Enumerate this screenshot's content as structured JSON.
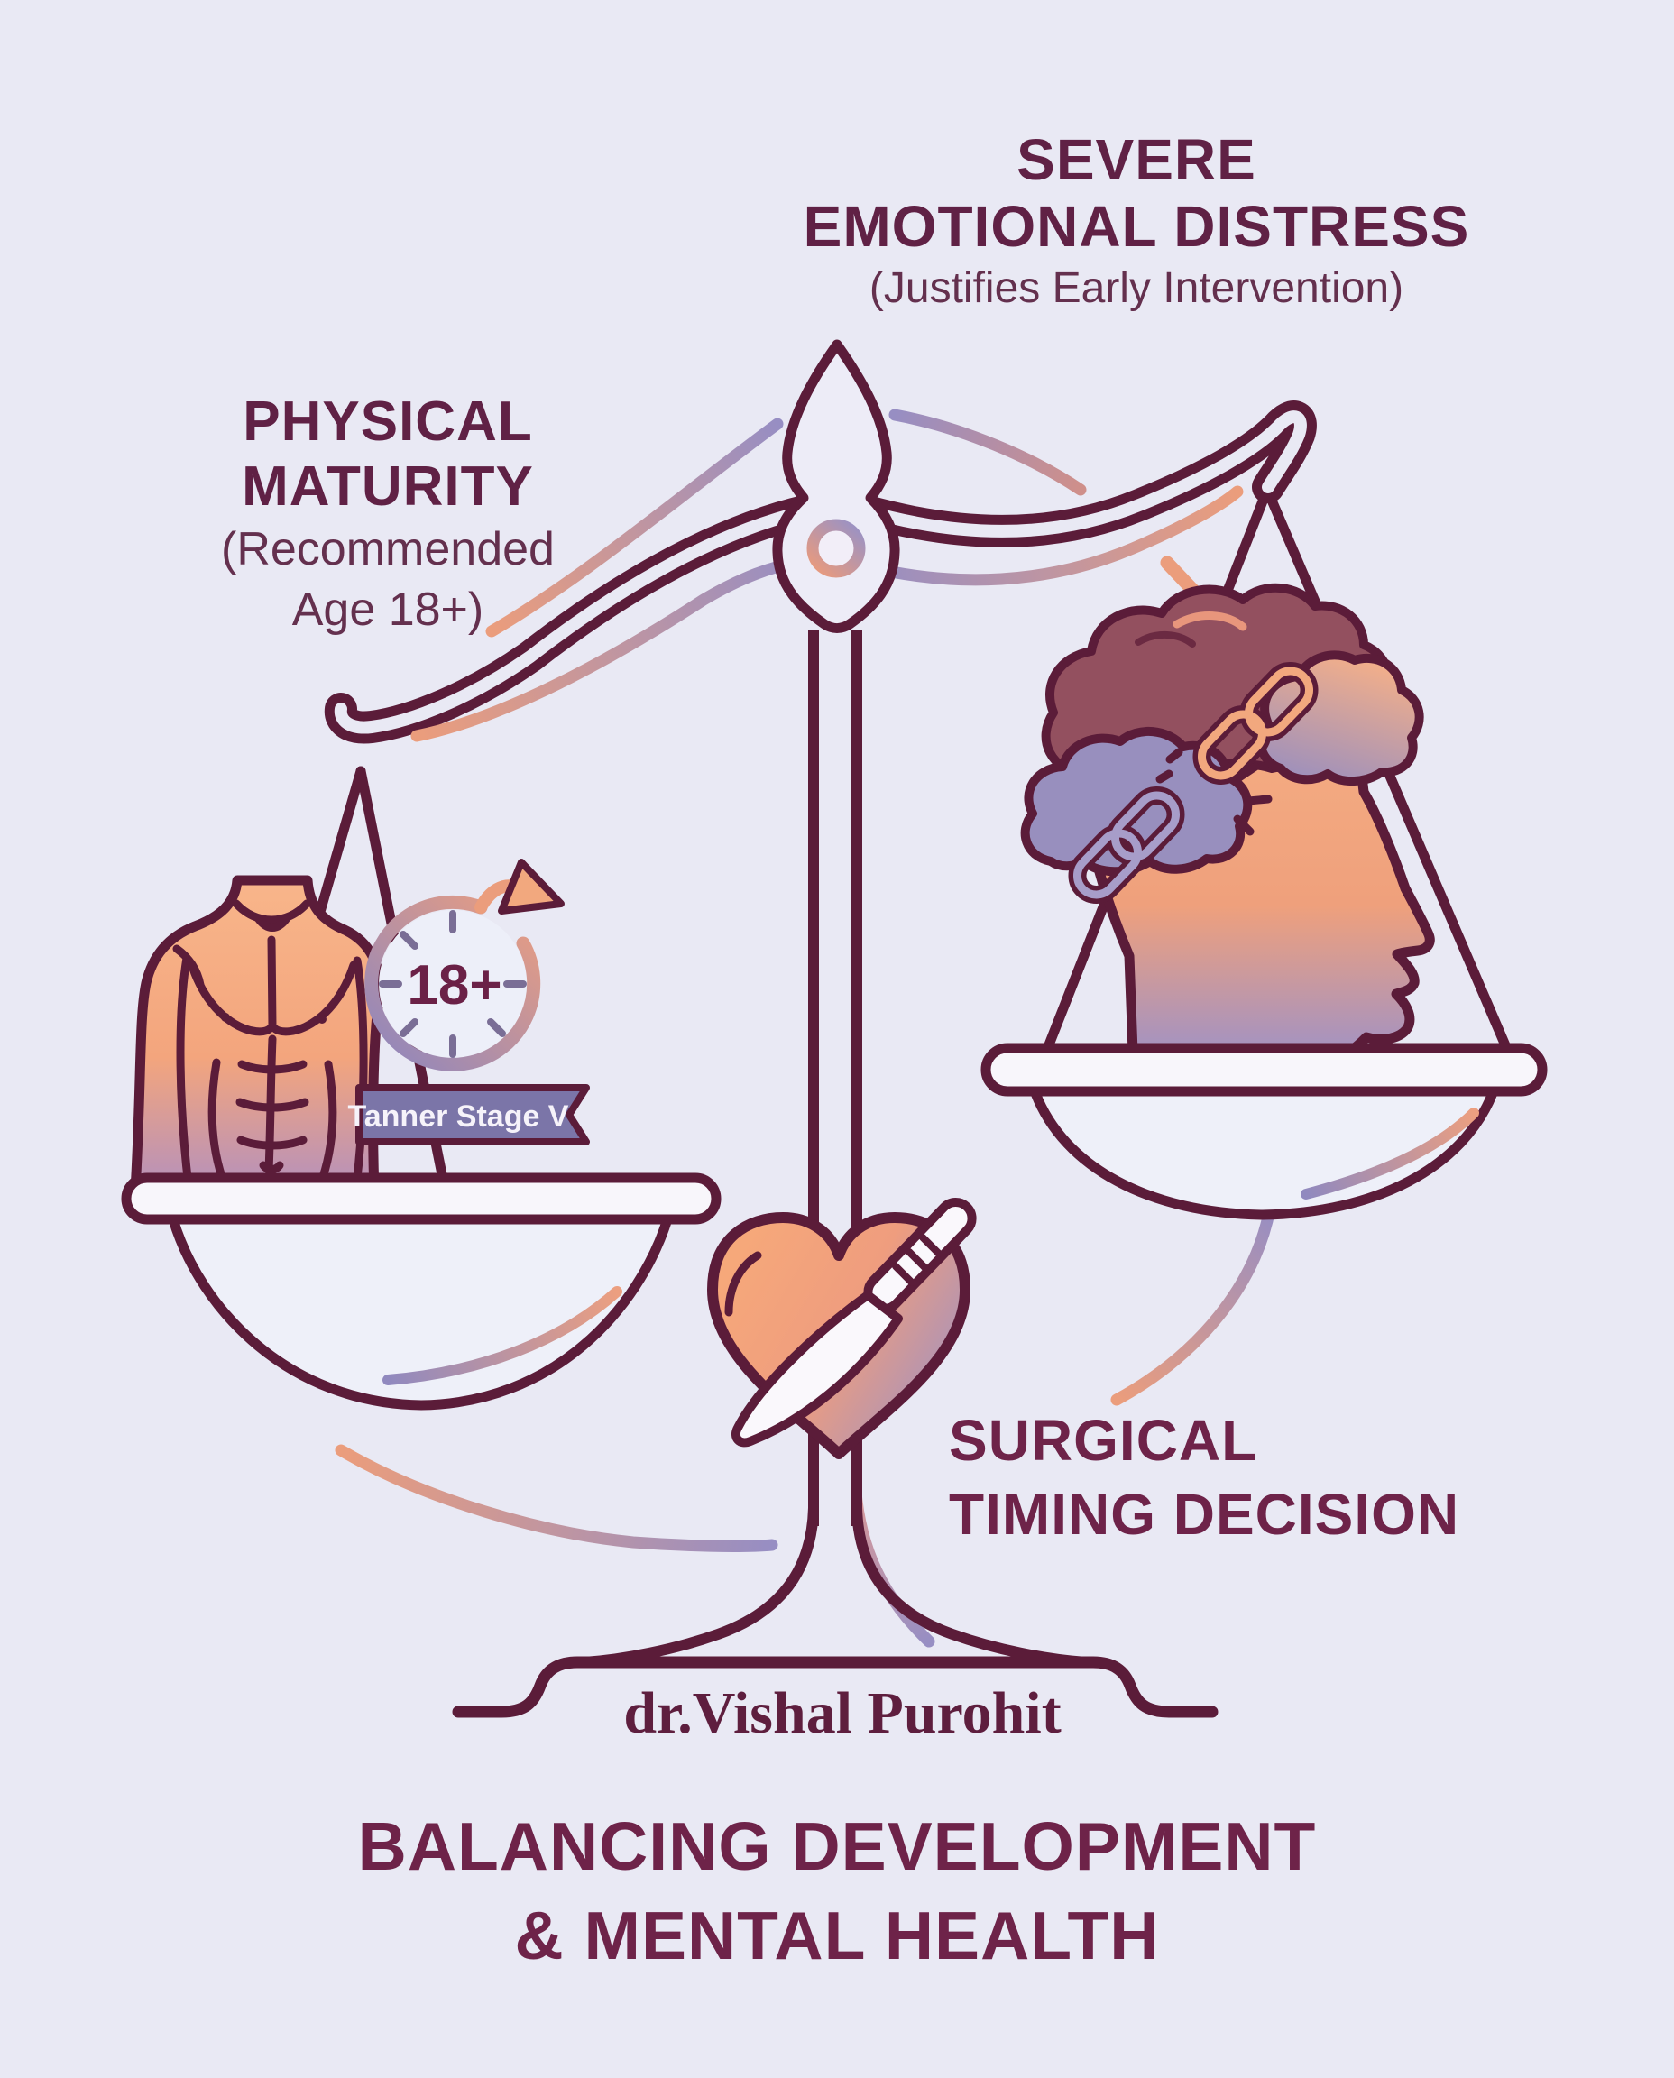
{
  "colors": {
    "background": "#e9e9f4",
    "outline": "#5b1c39",
    "heading_text": "#602145",
    "title_text": "#6e2349",
    "salmon_accent": "#eb9d7c",
    "lavender_accent": "#968ec3",
    "banner_fill": "#7b75a8",
    "skin_orange": "#f3a57d",
    "shade_purple": "#a292c3"
  },
  "headline_right": {
    "line1": "SEVERE",
    "line2": "EMOTIONAL DISTRESS",
    "line3": "(Justifies Early Intervention)"
  },
  "headline_left": {
    "line1": "PHYSICAL",
    "line2": "MATURITY",
    "line3": "(Recommended",
    "line4": "Age 18+)"
  },
  "center_label": {
    "line1": "SURGICAL",
    "line2": "TIMING DECISION"
  },
  "scale": {
    "clock_badge": "18+",
    "banner": "Tanner Stage V"
  },
  "brand": "dr.Vishal Purohit",
  "title": {
    "line1": "BALANCING DEVELOPMENT",
    "line2": "& MENTAL HEALTH"
  }
}
